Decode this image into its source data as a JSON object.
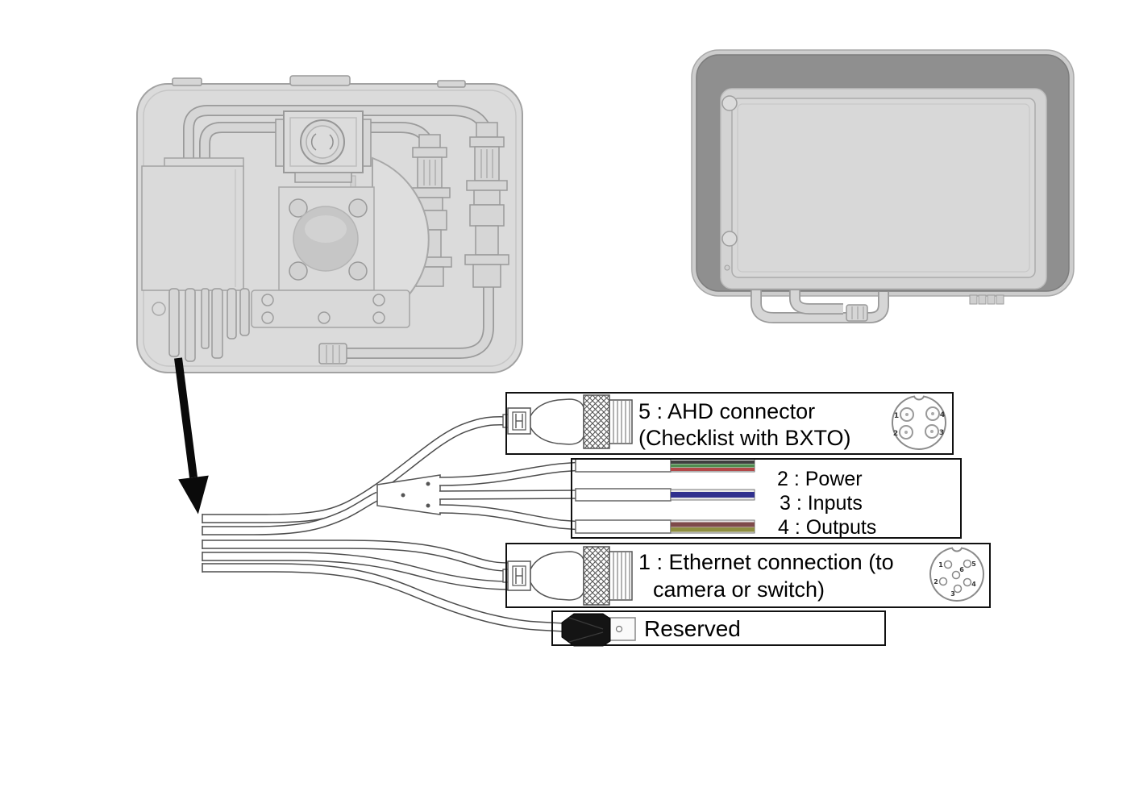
{
  "callouts": {
    "ahd": {
      "label_line1": "5 : AHD connector",
      "label_line2": "(Checklist with BXTO)",
      "pins": [
        "1",
        "2",
        "3",
        "4"
      ]
    },
    "power_io": {
      "power_label": "2 : Power",
      "inputs_label": "3 : Inputs",
      "outputs_label": "4 : Outputs"
    },
    "ethernet": {
      "label_line1": "1 : Ethernet connection (to",
      "label_line2": "camera or switch)",
      "pins": [
        "1",
        "2",
        "3",
        "4",
        "5",
        "6"
      ]
    },
    "reserved": {
      "label": "Reserved"
    }
  },
  "wire_colors": {
    "power_strands": [
      "#3f3f3f",
      "#4e8c4e",
      "#b24848"
    ],
    "inputs_strands": [
      "#30308e"
    ],
    "outputs_strands": [
      "#7e4a4a",
      "#8e8e40"
    ]
  },
  "line_color": "#111111"
}
